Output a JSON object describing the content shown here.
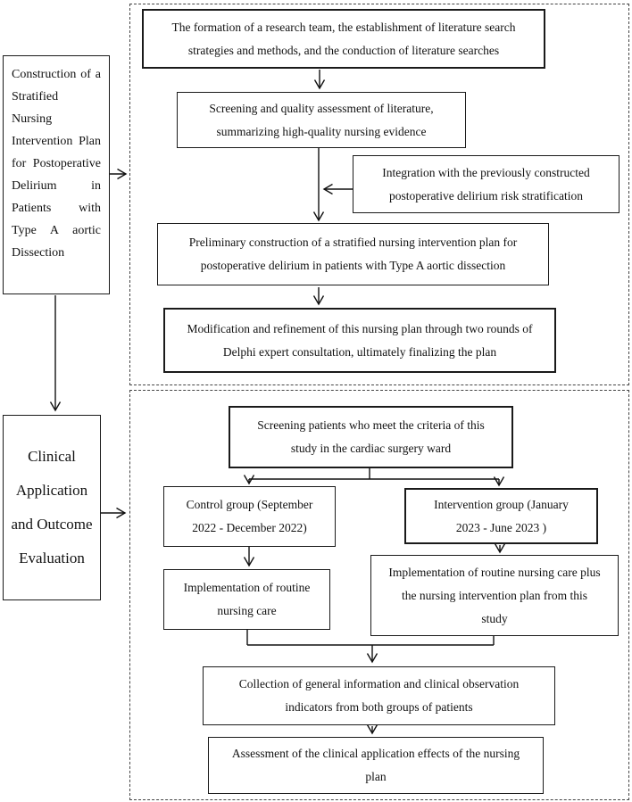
{
  "colors": {
    "ink": "#111111",
    "background": "#ffffff",
    "dashed_border": "#444444"
  },
  "left_column": {
    "construction_label": "Construction of a Stratified Nursing Intervention Plan for Postoperative Delirium in Patients with Type A aortic Dissection",
    "evaluation_label": "Clinical Application and Outcome Evaluation"
  },
  "construction_panel": {
    "team": "The formation of a research team, the establishment of literature search strategies and methods, and the conduction of literature searches",
    "screening_literature": "Screening and quality assessment of literature, summarizing high-quality nursing evidence",
    "integration": "Integration with the previously constructed postoperative delirium risk stratification",
    "preliminary": "Preliminary construction of a stratified nursing intervention plan for postoperative delirium in patients with Type A aortic dissection",
    "modification": "Modification and refinement of this nursing plan through two rounds of Delphi expert consultation, ultimately finalizing the plan"
  },
  "evaluation_panel": {
    "screening_patients": "Screening patients who meet the criteria of this study in the cardiac surgery ward",
    "control_group": "Control group (September 2022 - December 2022)",
    "intervention_group": "Intervention group (January 2023 - June 2023 )",
    "routine_care": "Implementation of routine nursing care",
    "routine_plus_plan": "Implementation of routine nursing care plus the nursing intervention plan from this study",
    "collection": "Collection of general information and clinical observation indicators from both groups of patients",
    "assessment": "Assessment of the clinical application effects of the nursing plan"
  }
}
